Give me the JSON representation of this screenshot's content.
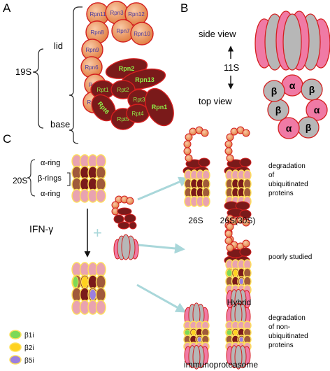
{
  "panel_a": {
    "letter": "A",
    "label_19s": "19S",
    "label_lid": "lid",
    "label_base": "base",
    "lid_subunits": [
      "Rpn11",
      "Rpn3",
      "Rpn12",
      "Rpn8",
      "Rpn7",
      "Rpn10",
      "Rpn9",
      "Rpn6",
      "Rpn5",
      "Rpn3"
    ],
    "base_subunits": [
      "Rpn2",
      "Rpn13",
      "Rpn1",
      "Rpt1",
      "Rpt2",
      "Rpt3",
      "Rpt6",
      "Rpt5",
      "Rpt4"
    ]
  },
  "panel_b": {
    "letter": "B",
    "side_view": "side view",
    "top_view": "top view",
    "label_11s": "11S",
    "ring_labels": [
      "α",
      "β",
      "α",
      "β",
      "α",
      "β"
    ]
  },
  "panel_c": {
    "letter": "C",
    "label_20s": "20S",
    "alpha_ring_top": "α-ring",
    "beta_rings": "β-rings",
    "alpha_ring_bottom": "α-ring",
    "ifn": "IFN-γ",
    "plus": "+",
    "label_26s": "26S",
    "label_26s30s": "26S(30S)",
    "degradation_ub": [
      "degradation",
      "of",
      "ubiquitinated",
      "proteins"
    ],
    "poorly_studied": "poorly studied",
    "hybrid": "Hybrid",
    "degradation_non": [
      "degradation",
      "of non-",
      "ubiquitinated",
      "proteins"
    ],
    "immunoproteasome": "immunoproteasome",
    "legend": [
      {
        "label": "β1i",
        "color": "#7ed957"
      },
      {
        "label": "β2i",
        "color": "#ffd21f"
      },
      {
        "label": "β5i",
        "color": "#9b7fe0"
      }
    ]
  },
  "colors": {
    "lid_orange": "#e8915a",
    "base_maroon": "#7a1a1a",
    "pink": "#e9a3b0",
    "hot_pink": "#f07aa5",
    "grey": "#b7b7b7",
    "red_stroke": "#d41f1f",
    "yellow_outline": "#ffe15a",
    "arrow_teal": "#a9d7da",
    "green_text": "#8ef24a"
  }
}
